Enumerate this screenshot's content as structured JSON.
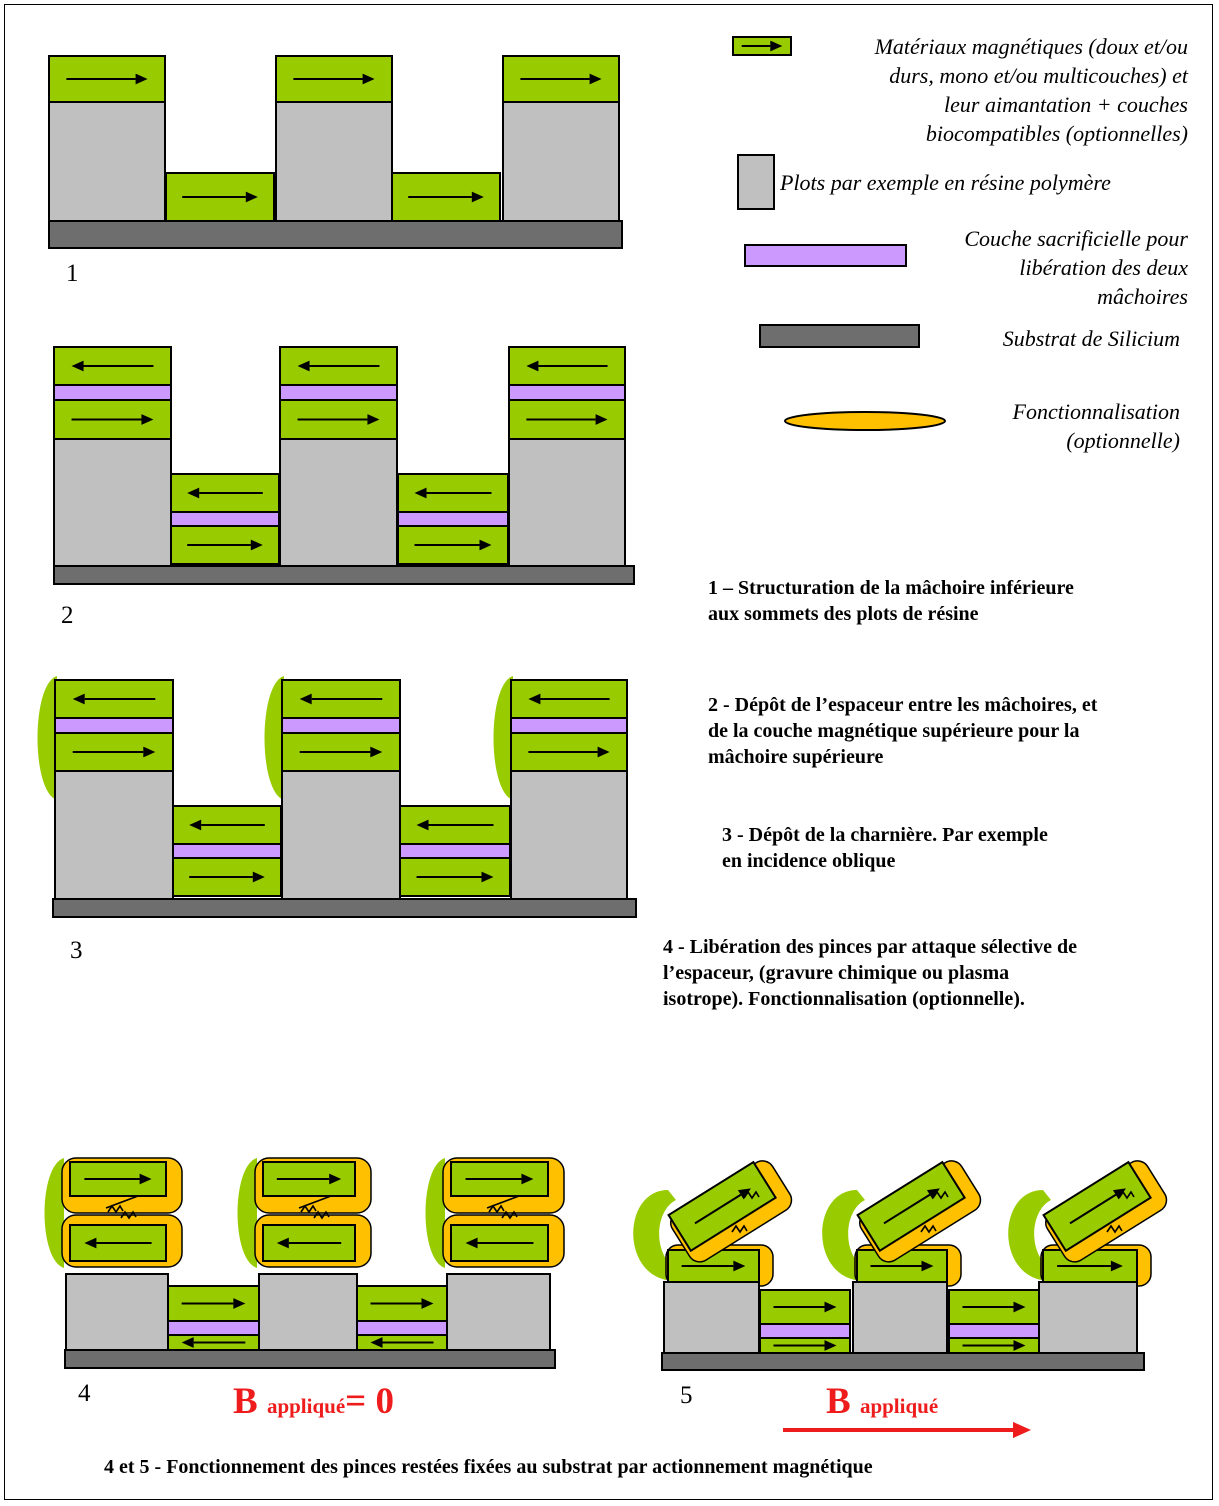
{
  "colors": {
    "magnetic": "#99cc00",
    "pillar": "#c0c0c0",
    "sacrificial": "#cc99ff",
    "substrate": "#6e6e6e",
    "functionalization": "#ffc000",
    "field_arrow": "#ee1c1c",
    "outline": "#000000"
  },
  "legend": {
    "magnetic": "Matériaux magnétiques (doux et/ou\ndurs, mono et/ou multicouches)  et\nleur aimantation + couches\nbiocompatibles (optionnelles)",
    "pillars": "Plots par exemple en résine polymère",
    "sacrificial": "Couche sacrificielle pour\nlibération des deux\nmâchoires",
    "substrate": "Substrat de Silicium",
    "functionalization": "Fonctionnalisation\n(optionnelle)"
  },
  "steps": {
    "s1": "1 – Structuration de la mâchoire inférieure\naux sommets des plots de résine",
    "s2": "2 - Dépôt de l’espaceur entre les mâchoires, et\nde la couche magnétique supérieure pour la\nmâchoire supérieure",
    "s3": "3 - Dépôt de la charnière. Par exemple\nen incidence oblique",
    "s4": "4 - Libération des pinces par attaque sélective de\nl’espaceur, (gravure chimique ou plasma\nisotrope). Fonctionnalisation (optionnelle)."
  },
  "step_numbers": [
    "1",
    "2",
    "3",
    "4",
    "5"
  ],
  "field": {
    "zero": {
      "b": "B",
      "sub": "appliqué",
      "rest": "= 0"
    },
    "applied": {
      "b": "B",
      "sub": "appliqué"
    }
  },
  "caption": "4 et 5 - Fonctionnement des pinces restées fixées au substrat par actionnement magnétique"
}
